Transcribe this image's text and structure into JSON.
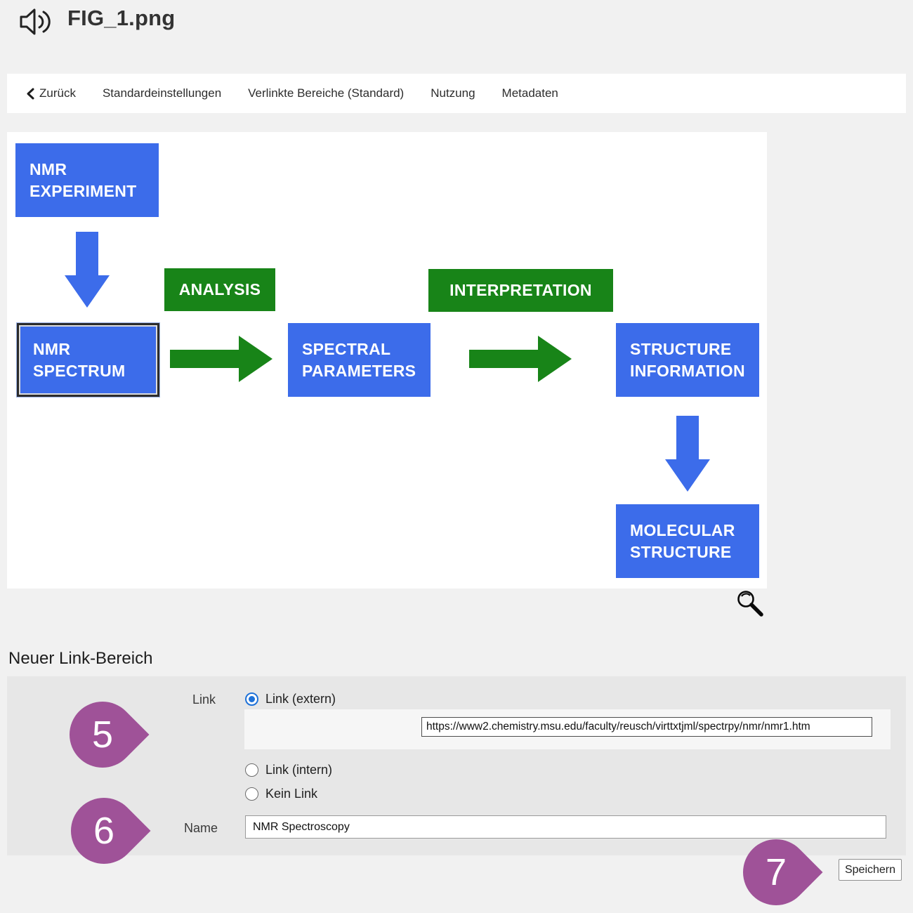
{
  "header": {
    "title": "FIG_1.png"
  },
  "nav": {
    "back_label": "Zurück",
    "tabs": [
      "Standardeinstellungen",
      "Verlinkte Bereiche (Standard)",
      "Nutzung",
      "Metadaten"
    ]
  },
  "figure": {
    "boxes": {
      "nmr_experiment": {
        "line1": "NMR",
        "line2": "EXPERIMENT"
      },
      "analysis": {
        "label": "ANALYSIS"
      },
      "nmr_spectrum": {
        "line1": "NMR",
        "line2": "SPECTRUM"
      },
      "spectral_parameters": {
        "line1": "SPECTRAL",
        "line2": "PARAMETERS"
      },
      "interpretation": {
        "label": "INTERPRETATION"
      },
      "structure_information": {
        "line1": "STRUCTURE",
        "line2": "INFORMATION"
      },
      "molecular_structure": {
        "line1": "MOLECULAR",
        "line2": "STRUCTURE"
      }
    },
    "colors": {
      "box_blue": "#3c6cea",
      "box_green": "#188418"
    }
  },
  "form": {
    "heading": "Neuer Link-Bereich",
    "link_label": "Link",
    "radio_extern": "Link (extern)",
    "radio_intern": "Link (intern)",
    "radio_none": "Kein Link",
    "url_value": "https://www2.chemistry.msu.edu/faculty/reusch/virttxtjml/spectrpy/nmr/nmr1.htm",
    "name_label": "Name",
    "name_value": "NMR Spectroscopy",
    "save_label": "Speichern"
  },
  "annotations": {
    "marker_color": "#9f5298",
    "markers": [
      {
        "number": "5"
      },
      {
        "number": "6"
      },
      {
        "number": "7"
      }
    ]
  }
}
